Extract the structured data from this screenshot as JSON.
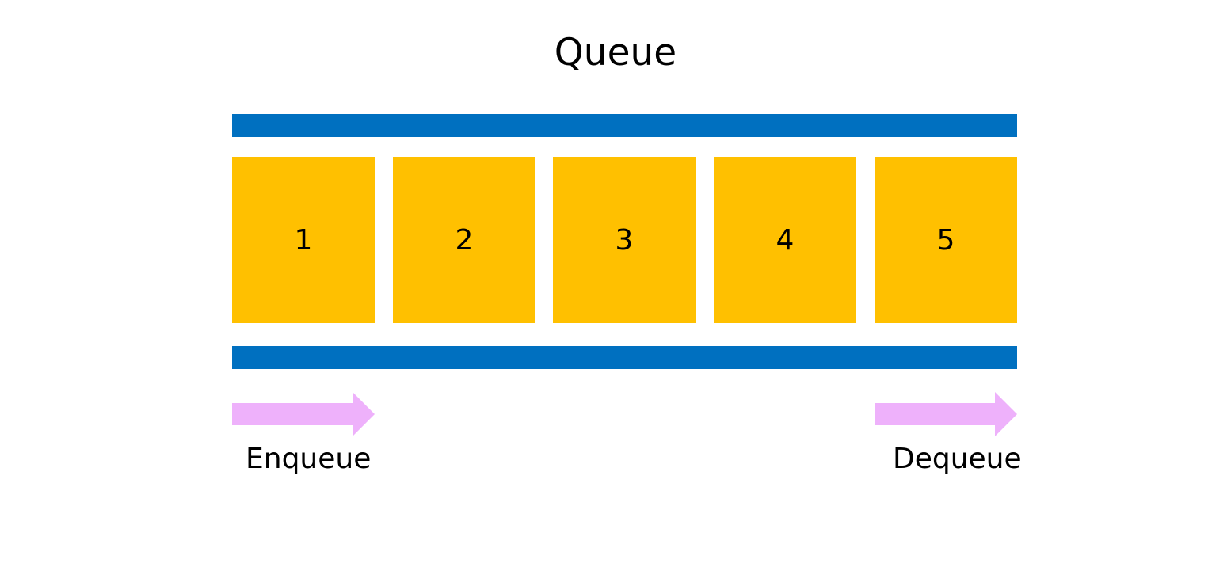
{
  "title": "Queue",
  "colors": {
    "rail": "#0070c0",
    "cell": "#ffc000",
    "arrow": "#eeb1fb",
    "text": "#000000"
  },
  "items": [
    "1",
    "2",
    "3",
    "4",
    "5"
  ],
  "labels": {
    "enqueue": "Enqueue",
    "dequeue": "Dequeue"
  }
}
